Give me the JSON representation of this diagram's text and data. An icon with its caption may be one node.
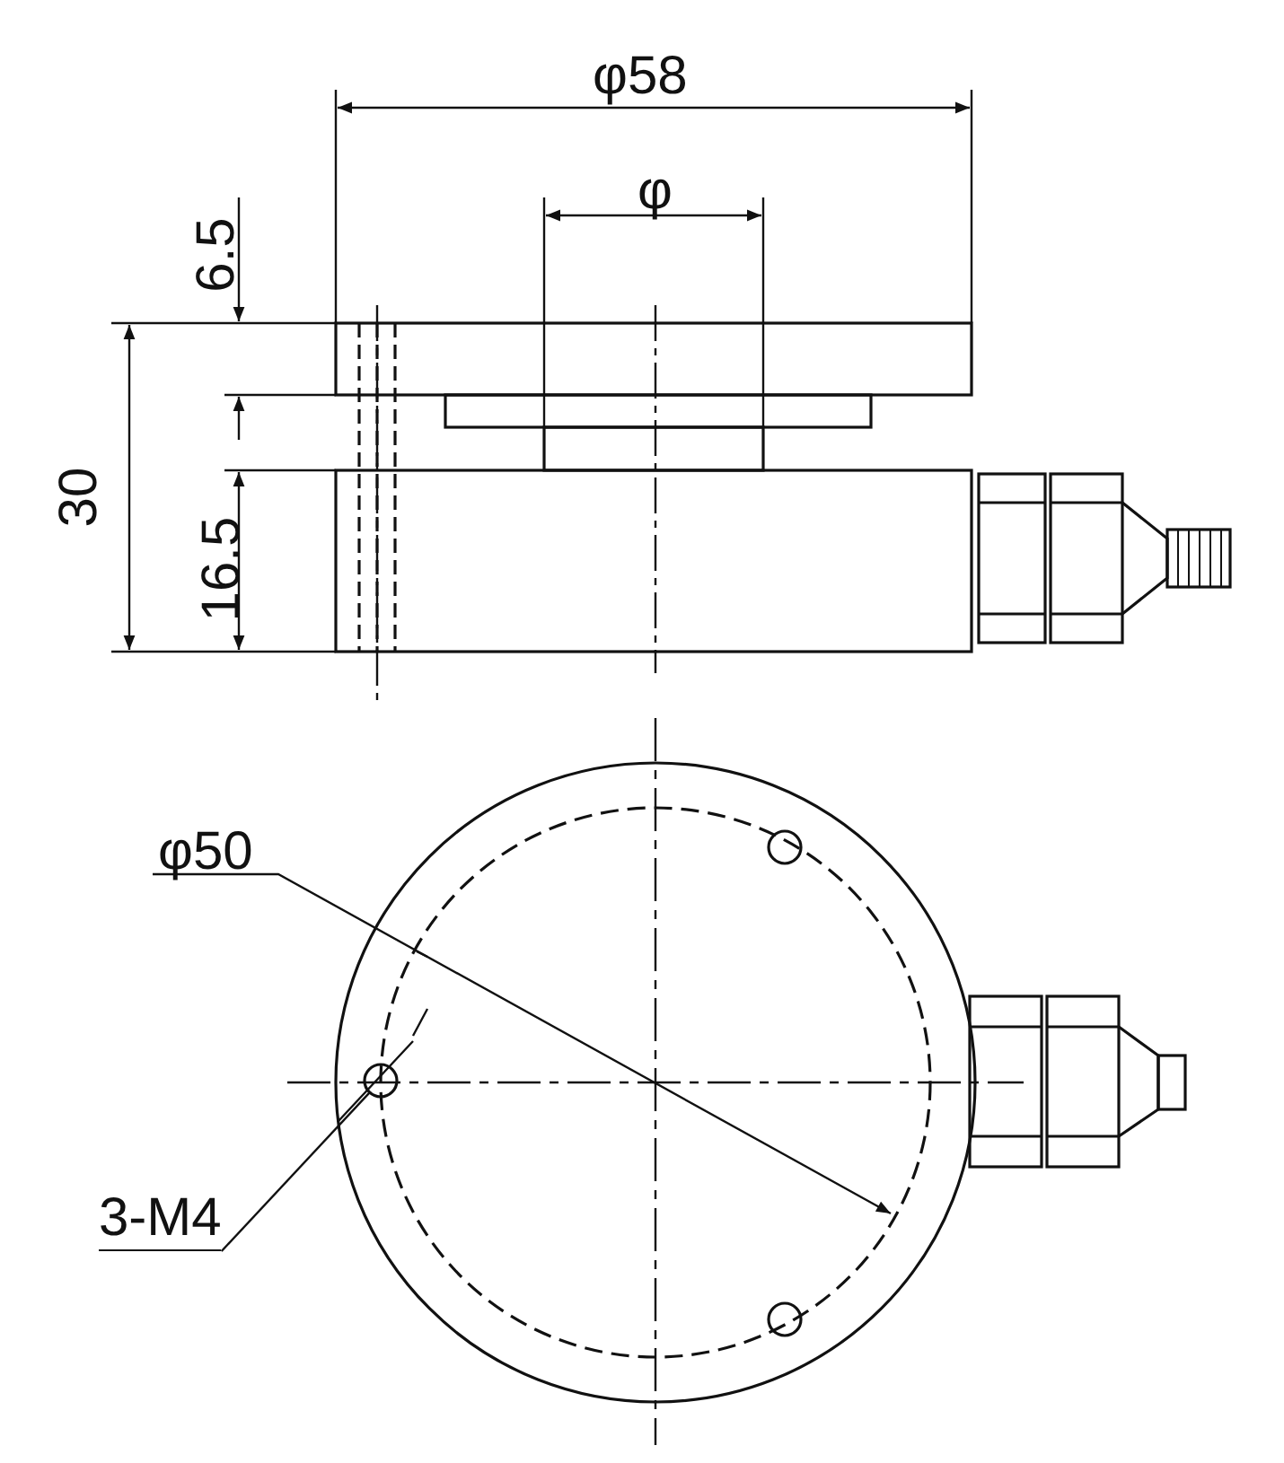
{
  "diagram": {
    "nodes": [
      {
        "text": [
          "3-M4"
        ]
      },
      {
        "text": [],
        "shape": "circle"
      }
    ],
    "edges": [
      {
        "from": 0,
        "to": 1,
        "arrow": "none"
      }
    ],
    "labels": [
      "φ58",
      "φ",
      "6.5",
      "30",
      "16.5",
      "φ50"
    ]
  }
}
